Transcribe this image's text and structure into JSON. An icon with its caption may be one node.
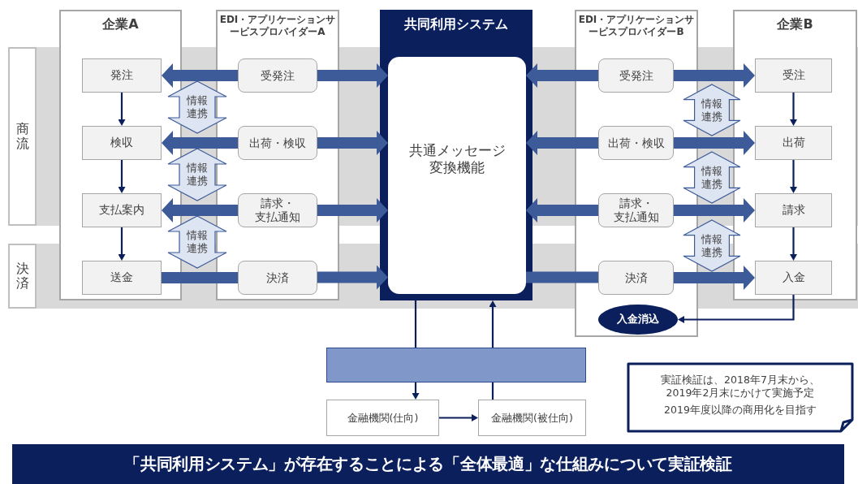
{
  "diagram": {
    "caption": "「共同利用システム」が存在することによる「全体最適」な仕組みについて実証検証",
    "nodes": [
      {
        "text": [
          "商流"
        ]
      },
      {
        "text": [
          "決済"
        ]
      },
      {
        "text": [
          "企業A"
        ]
      },
      {
        "text": [
          "発注"
        ],
        "in": 2
      },
      {
        "text": [
          "検収"
        ],
        "in": 2
      },
      {
        "text": [
          "支払案内"
        ],
        "in": 2
      },
      {
        "text": [
          "送金"
        ],
        "in": 2
      },
      {
        "text": [
          "EDI・アプリケーションサービスプロバイダーA"
        ]
      },
      {
        "text": [
          "受発注"
        ],
        "in": 7
      },
      {
        "text": [
          "出荷・検収"
        ],
        "in": 7
      },
      {
        "text": [
          "請求・支払通知"
        ],
        "in": 7
      },
      {
        "text": [
          "決済"
        ],
        "in": 7
      },
      {
        "text": [
          "情報連携"
        ]
      },
      {
        "text": [
          "情報連携"
        ]
      },
      {
        "text": [
          "情報連携"
        ]
      },
      {
        "text": [
          "共同利用システム"
        ]
      },
      {
        "text": [
          "共通メッセージ変換機能"
        ],
        "in": 15
      },
      {
        "text": [
          "EDI・アプリケーションサービスプロバイダーB"
        ]
      },
      {
        "text": [
          "受発注"
        ],
        "in": 17
      },
      {
        "text": [
          "出荷・検収"
        ],
        "in": 17
      },
      {
        "text": [
          "請求・支払通知"
        ],
        "in": 17
      },
      {
        "text": [
          "決済"
        ],
        "in": 17
      },
      {
        "text": [
          "入金消込"
        ],
        "in": 17
      },
      {
        "text": [
          "情報連携"
        ]
      },
      {
        "text": [
          "情報連携"
        ]
      },
      {
        "text": [
          "情報連携"
        ]
      },
      {
        "text": [
          "企業B"
        ]
      },
      {
        "text": [
          "受注"
        ],
        "in": 26
      },
      {
        "text": [
          "出荷"
        ],
        "in": 26
      },
      {
        "text": [
          "請求"
        ],
        "in": 26
      },
      {
        "text": [
          "入金"
        ],
        "in": 26
      },
      {
        "text": [],
        "shape": "bar"
      },
      {
        "text": [
          "金融機関(仕向)"
        ]
      },
      {
        "text": [
          "金融機関(被仕向)"
        ]
      },
      {
        "text": [
          "実証検証は、2018年7月末から、2019年2月末にかけて実施予定",
          "2019年度以降の商用化を目指す"
        ]
      }
    ],
    "edges": [
      {
        "from": 3,
        "to": 4,
        "arrow": "to",
        "color": "#0a1f5c"
      },
      {
        "from": 4,
        "to": 5,
        "arrow": "to",
        "color": "#0a1f5c"
      },
      {
        "from": 5,
        "to": 6,
        "arrow": "to",
        "color": "#0a1f5c"
      },
      {
        "from": 8,
        "to": 3,
        "arrow": "to"
      },
      {
        "from": 8,
        "to": 16,
        "arrow": "to"
      },
      {
        "from": 9,
        "to": 4,
        "arrow": "to"
      },
      {
        "from": 9,
        "to": 16,
        "arrow": "to"
      },
      {
        "from": 10,
        "to": 5,
        "arrow": "to"
      },
      {
        "from": 10,
        "to": 16,
        "arrow": "to"
      },
      {
        "from": 6,
        "to": 11,
        "arrow": "none"
      },
      {
        "from": 11,
        "to": 16,
        "arrow": "to"
      },
      {
        "from": 18,
        "to": 16,
        "arrow": "to"
      },
      {
        "from": 18,
        "to": 27,
        "arrow": "to"
      },
      {
        "from": 19,
        "to": 16,
        "arrow": "to"
      },
      {
        "from": 19,
        "to": 28,
        "arrow": "to"
      },
      {
        "from": 20,
        "to": 16,
        "arrow": "to"
      },
      {
        "from": 20,
        "to": 29,
        "arrow": "to"
      },
      {
        "from": 16,
        "to": 21,
        "arrow": "none"
      },
      {
        "from": 21,
        "to": 30,
        "arrow": "to"
      },
      {
        "from": 27,
        "to": 28,
        "arrow": "to",
        "color": "#0a1f5c"
      },
      {
        "from": 28,
        "to": 29,
        "arrow": "to",
        "color": "#0a1f5c"
      },
      {
        "from": 29,
        "to": 30,
        "arrow": "to",
        "color": "#0a1f5c"
      },
      {
        "from": 30,
        "to": 22,
        "arrow": "to",
        "color": "#0a1f5c"
      },
      {
        "from": 15,
        "to": 31,
        "arrow": "none",
        "color": "#0a1f5c"
      },
      {
        "from": 31,
        "to": 32,
        "arrow": "to",
        "color": "#0a1f5c"
      },
      {
        "from": 32,
        "to": 33,
        "arrow": "to",
        "color": "#0a1f5c"
      },
      {
        "from": 33,
        "to": 31,
        "arrow": "none",
        "color": "#0a1f5c"
      },
      {
        "from": 31,
        "to": 15,
        "arrow": "to",
        "color": "#0a1f5c"
      }
    ]
  }
}
